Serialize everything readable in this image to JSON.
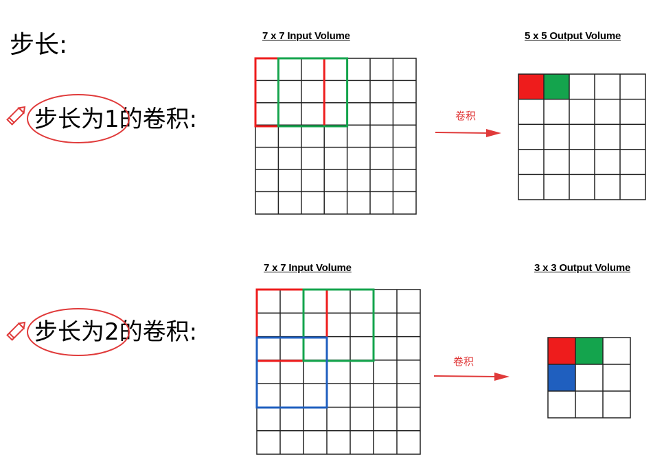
{
  "heading": "步长:",
  "rows": [
    {
      "label_prefix": "步长为",
      "label_number": "1",
      "label_suffix": "的卷积:",
      "input_label": "7 x 7 Input Volume",
      "output_label": "5 x 5 Output Volume",
      "arrow_label": "卷积"
    },
    {
      "label_prefix": "步长为",
      "label_number": "2",
      "label_suffix": "的卷积:",
      "input_label": "7 x 7 Input Volume",
      "output_label": "3 x 3 Output Volume",
      "arrow_label": "卷积"
    }
  ],
  "colors": {
    "red": "#ee1c1c",
    "green": "#14a44d",
    "blue": "#1f5fbf",
    "annotation": "#e03a3a"
  }
}
